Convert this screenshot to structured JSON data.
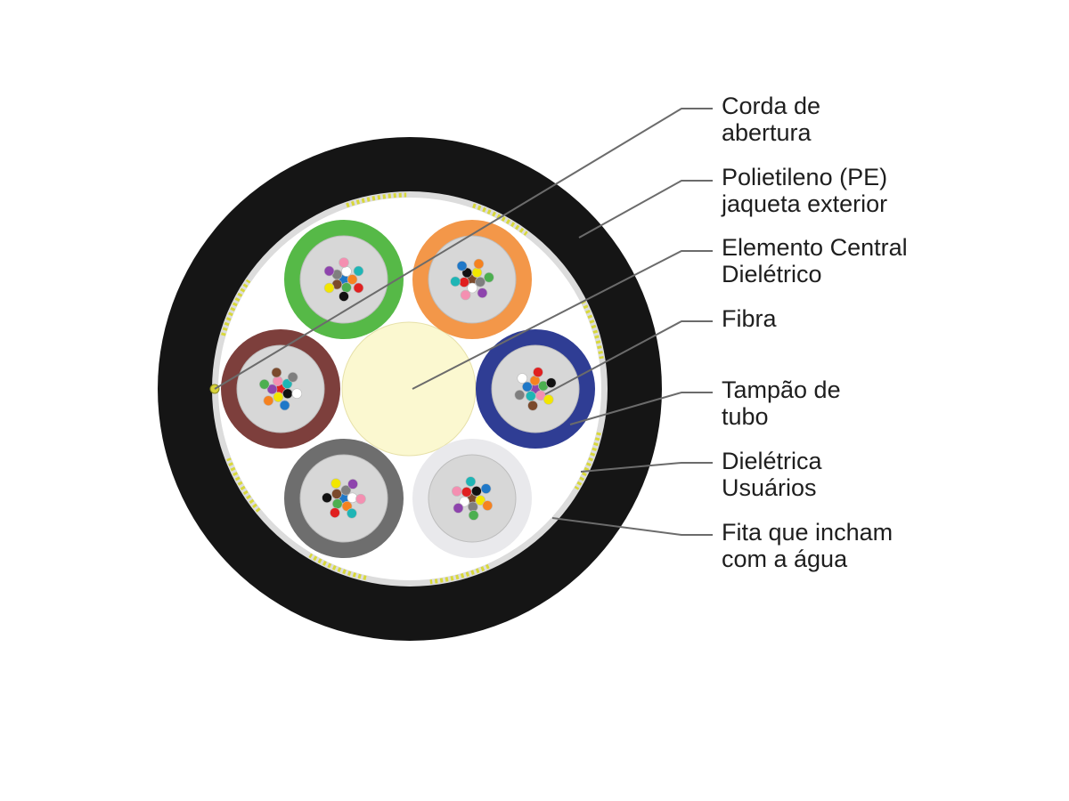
{
  "labels": [
    {
      "id": "ripcord",
      "line1": "Corda de",
      "line2": "abertura"
    },
    {
      "id": "outer-jacket",
      "line1": "Polietileno (PE)",
      "line2": "jaqueta exterior"
    },
    {
      "id": "central-member",
      "line1": "Elemento Central",
      "line2": "Dielétrico"
    },
    {
      "id": "fiber",
      "line1": "Fibra",
      "line2": ""
    },
    {
      "id": "tube-filling",
      "line1": "Tampão de",
      "line2": "tubo"
    },
    {
      "id": "dielectric-yarns",
      "line1": "Dielétrica",
      "line2": "Usuários"
    },
    {
      "id": "water-swelling-tape",
      "line1": "Fita que incham",
      "line2": "com a água"
    }
  ],
  "colors": {
    "jacket": "#151515",
    "inner_fill": "#ffffff",
    "central_member": "#fbf8d0",
    "tape": "#c9c9c9",
    "yarn": "#d8d83a",
    "leader": "#6b6b6b",
    "fiber_bed": "#d7d7d7"
  },
  "tubes": [
    {
      "name": "green-tube",
      "color": "#56b947"
    },
    {
      "name": "orange-tube",
      "color": "#f39749"
    },
    {
      "name": "brown-tube",
      "color": "#7d3f3c"
    },
    {
      "name": "blue-tube",
      "color": "#2f3d94"
    },
    {
      "name": "gray-tube",
      "color": "#6e6e6e"
    },
    {
      "name": "white-tube",
      "color": "#e9e9ec"
    }
  ],
  "fiber_colors": [
    "#1f78c8",
    "#f58220",
    "#4caf50",
    "#7b4a2c",
    "#7f7f7f",
    "#ffffff",
    "#e02020",
    "#111111",
    "#f2e600",
    "#8e44ad",
    "#f48fb1",
    "#1fb5b5"
  ]
}
